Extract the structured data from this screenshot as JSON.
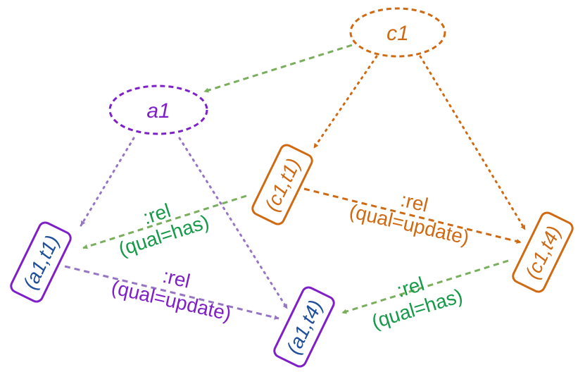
{
  "nodes": {
    "c1": {
      "label": "c1"
    },
    "a1": {
      "label": "a1"
    },
    "c1t1": {
      "label": "(c1,t1)"
    },
    "c1t4": {
      "label": "(c1,t4)"
    },
    "a1t1": {
      "label": "(a1,t1)"
    },
    "a1t4": {
      "label": "(a1,t4)"
    }
  },
  "edges": {
    "c1t1_to_a1t1": {
      "line1": ":rel",
      "line2": "(qual=has)"
    },
    "c1t1_to_c1t4": {
      "line1": ":rel",
      "line2": "(qual=update)"
    },
    "a1t1_to_a1t4": {
      "line1": ":rel",
      "line2": "(qual=update)"
    },
    "c1t4_to_a1t4": {
      "line1": ":rel",
      "line2": "(qual=has)"
    }
  },
  "colors": {
    "orange": "#D06A12",
    "purple": "#7F1FC8",
    "green": "#79AE5C",
    "green_text": "#159A4A",
    "lavender": "#9575C4",
    "blue_text": "#1F4E9A"
  }
}
